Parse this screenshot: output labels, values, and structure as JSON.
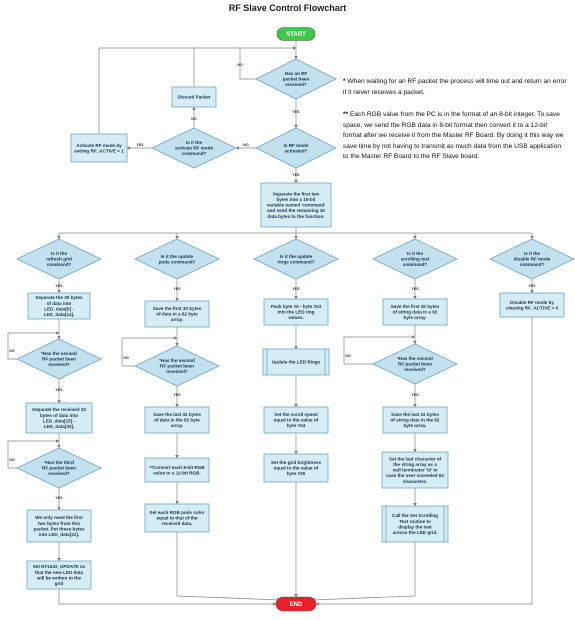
{
  "title": "RF Slave Control Flowchart",
  "notes": [
    {
      "marker": "*",
      "text": "When waiting for an RF packet the process will time out and return an error if it never receives a packet."
    },
    {
      "marker": "**",
      "text": "Each RGB value from the PC is in the format of an 8-bit integer. To save space, we send the RGB data in 8-bit format then convert it to a 12-bit format after we receive it from the Master RF Board. By doing it this way we save time by not having to transmit as much data from the USB application to the Master RF Board to the RF Slave board."
    }
  ],
  "colors": {
    "start_fill": "#3fc94a",
    "end_fill": "#e8202a",
    "box_fill": "#d4ecf4",
    "box_stroke": "#6fa6c2",
    "diamond_fill": "#c2e0ee",
    "line": "#888888"
  },
  "nodes": {
    "start": "START",
    "end": "END",
    "rf_received": "Has an RF packet been received?",
    "discard": "Discard Packet",
    "is_activate": "Is it the activate RF mode command?",
    "activate_rf": "Activate RF mode by setting RF_ACTIVE = 1",
    "rf_activated": "Is RF mode activated?",
    "separate": "Separate the first two bytes into a 16-bit variable named 'command' and send the remaining 30 data bytes to the function.",
    "c1_q": "Is it the refresh grid command?",
    "c1_a": "Separate the 30 bytes of data into LED_data[0] - LED_data[14].",
    "c1_b": "*Has the second RF packet been received?",
    "c1_c": "Separate the received 32 bytes of data into LED_data[15] - LED_data[30].",
    "c1_d": "*Has the third RF packet been received?",
    "c1_e": "We only need the first two bytes from this packet. Put these bytes into LED_data[31].",
    "c1_f": "Set HT1632_UPDATE so that the new LED data will be written to the grid",
    "c2_q": "Is it the update pods command?",
    "c2_a": "Save the first 30 bytes of data in a 62 byte array.",
    "c2_b": "*Has the second RF packet been received?",
    "c2_c": "Save the last 32 bytes of data in the 62 byte array.",
    "c2_d": "**Convert each 8-bit RGB value to a 12-bit RGB.",
    "c2_e": "Set each RGB pods color equal to that of the received data.",
    "c3_q": "Is it the update rings command?",
    "c3_a": "Pack byte #0 - byte #23 into the LED ring values.",
    "c3_b": "Update the LED Rings",
    "c3_c": "Set the scroll speed equal to the value of byte #24",
    "c3_d": "Set the grid brightness equal to the value of byte #25",
    "c4_q": "Is it the scrolling text command?",
    "c4_a": "Save the first 30 bytes of string data in a 62 byte array.",
    "c4_b": "*Has the second RF packet been received?",
    "c4_c": "Save the last 32 bytes of string data in the 62 byte array.",
    "c4_d": "Set the last character of the string array as a null terminator '\\0' in case the user exceeded 62 characters.",
    "c4_e": "Call the Set Scrolling Text routine to display the text across the LED grid.",
    "c5_q": "Is it the disable RF mode command?",
    "c5_a": "Disable RF mode by clearing RF_ACTIVE = 0"
  },
  "edge_labels": {
    "yes": "YES",
    "no": "NO"
  }
}
